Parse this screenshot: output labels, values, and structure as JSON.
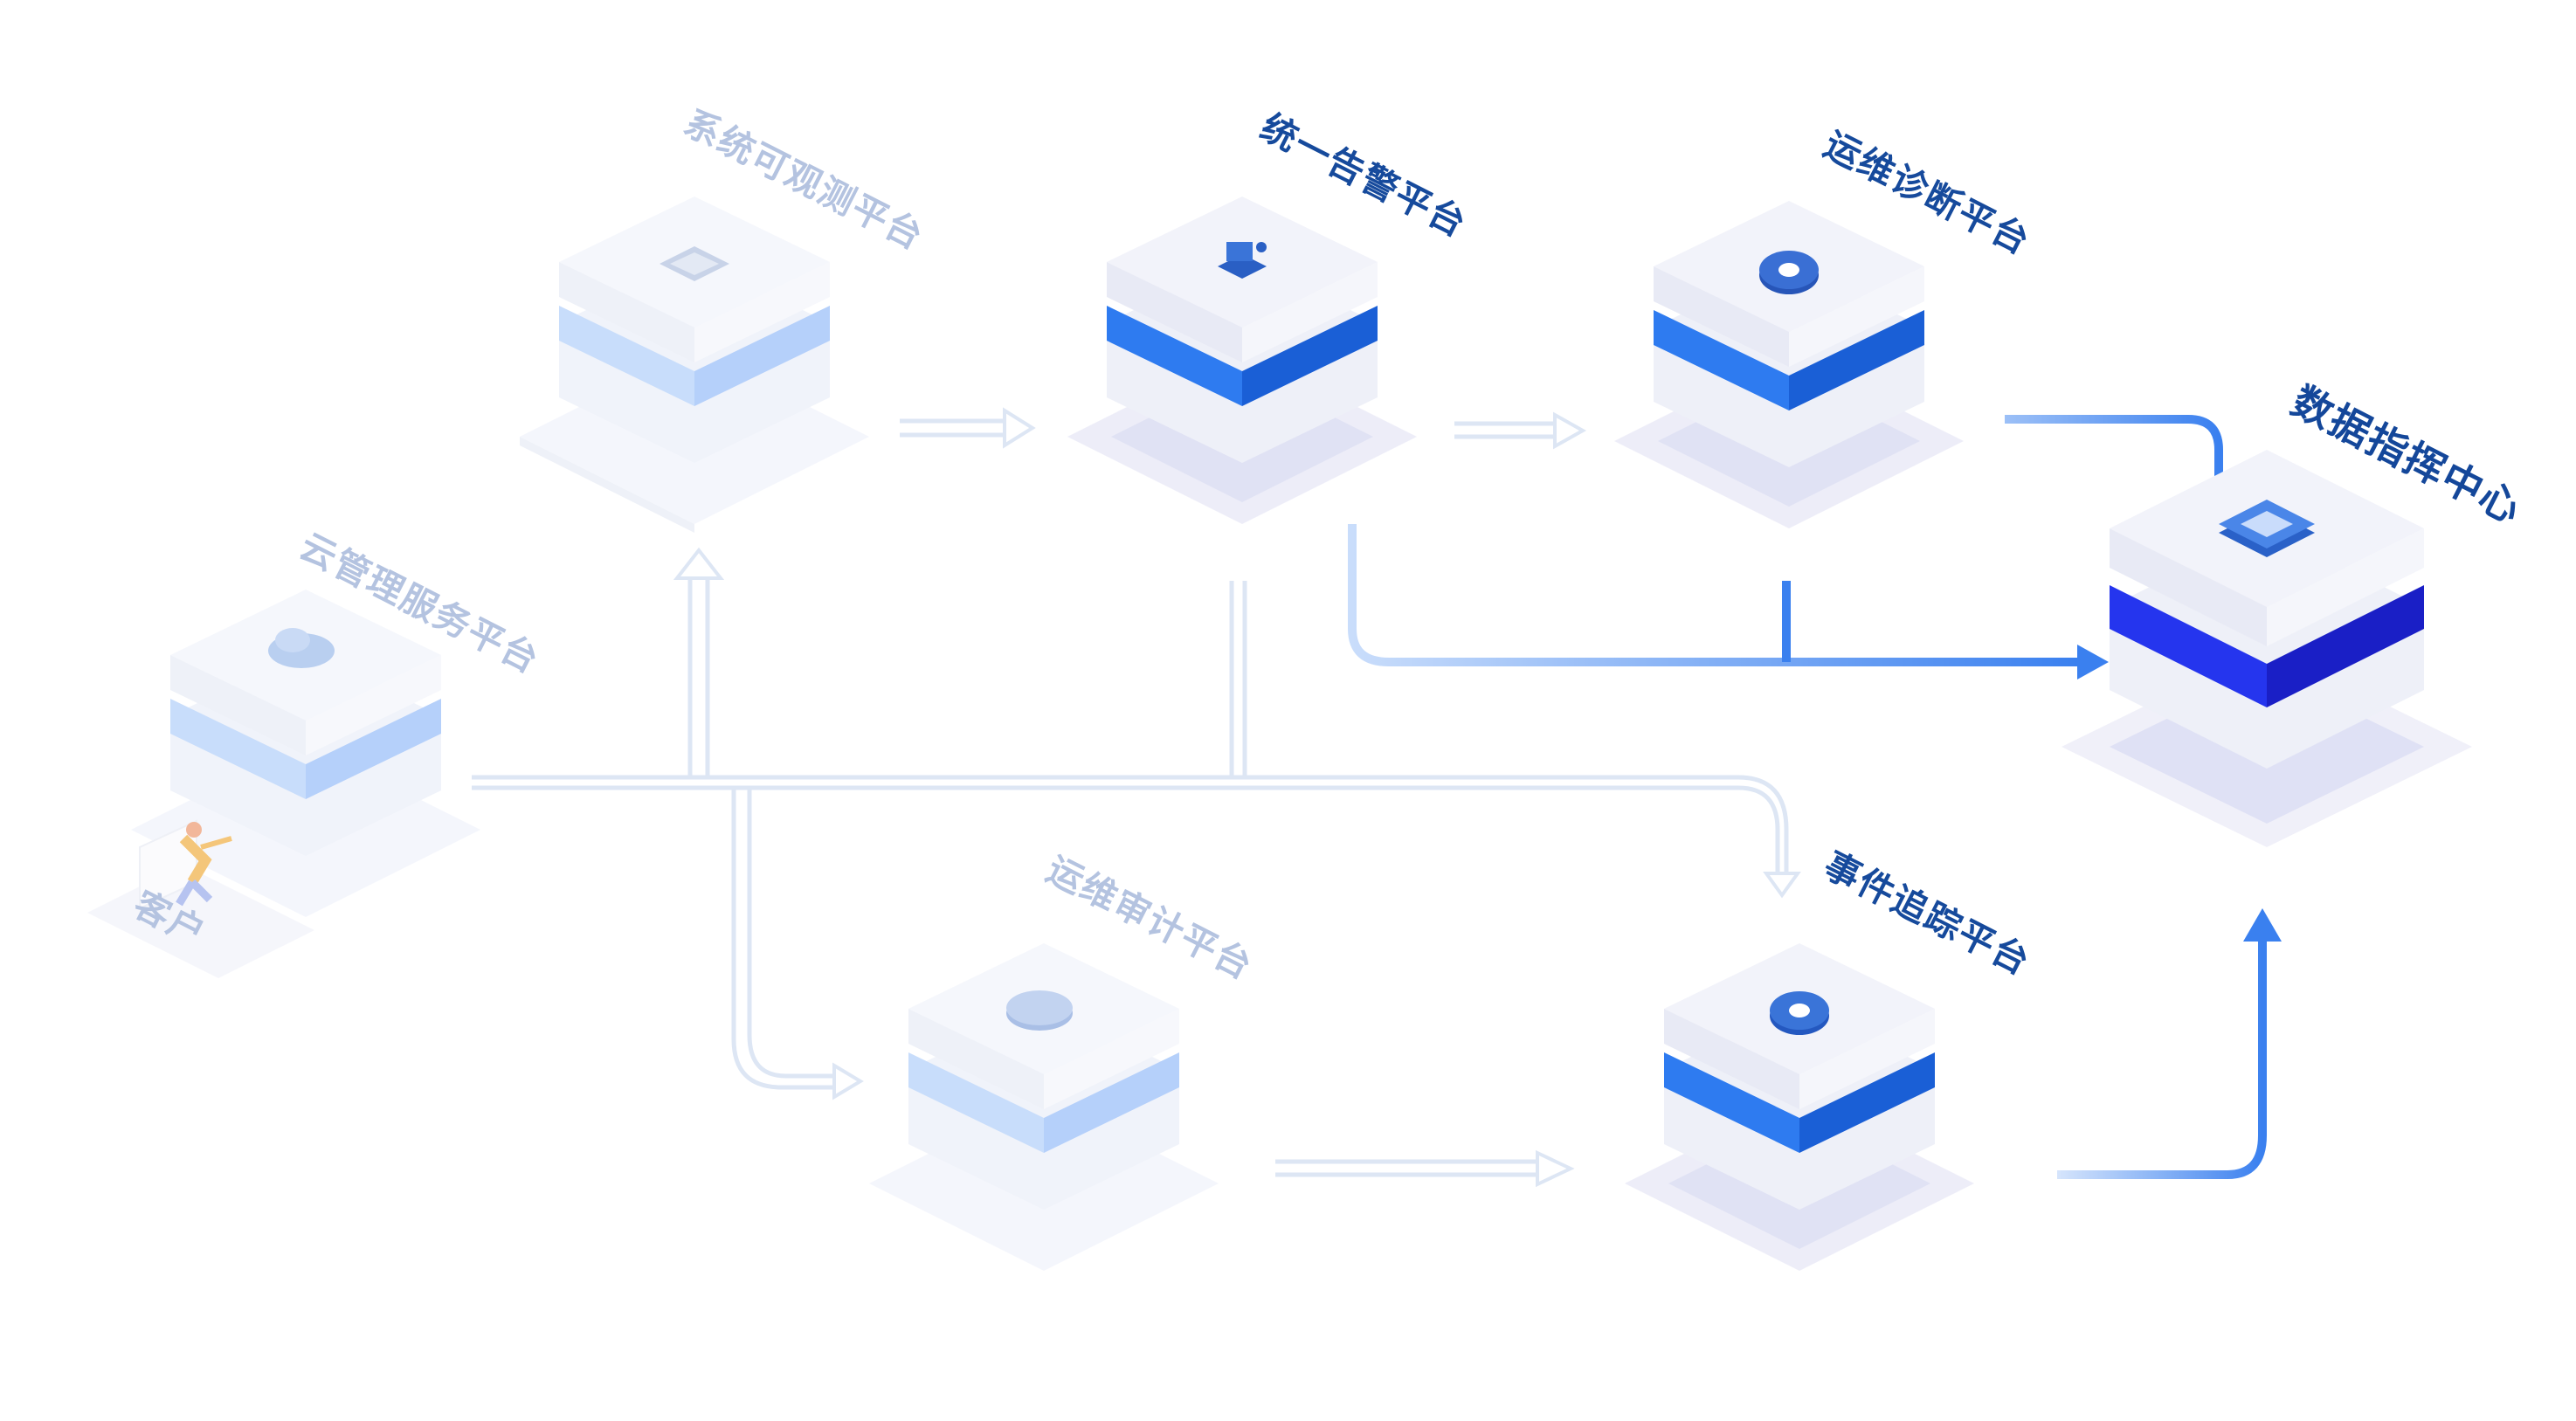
{
  "diagram": {
    "nodes": {
      "observability": {
        "label": "系统可观测平台",
        "icon": "monitor-icon",
        "state": "faded"
      },
      "alert": {
        "label": "统一告警平台",
        "icon": "bell-alert-icon",
        "state": "active"
      },
      "diagnosis": {
        "label": "运维诊断平台",
        "icon": "gear-icon",
        "state": "active"
      },
      "command": {
        "label": "数据指挥中心",
        "icon": "dashboard-chart-icon",
        "state": "primary"
      },
      "cloud": {
        "label": "云管理服务平台",
        "icon": "cloud-icon",
        "state": "faded"
      },
      "customer": {
        "label": "客户",
        "icon": "person-icon",
        "state": "faded"
      },
      "audit": {
        "label": "运维审计平台",
        "icon": "shield-icon",
        "state": "faded"
      },
      "tracking": {
        "label": "事件追踪平台",
        "icon": "target-icon",
        "state": "active"
      }
    },
    "colors": {
      "faded_band": "#c4dbfc",
      "active_band": "#2f7cf0",
      "primary_band": "#1f2fe0",
      "accent_arrow": "#3c82ee",
      "faded_line": "#dbe5f4",
      "strong_label": "#164a9c",
      "faded_label": "#b4c3e0"
    }
  }
}
